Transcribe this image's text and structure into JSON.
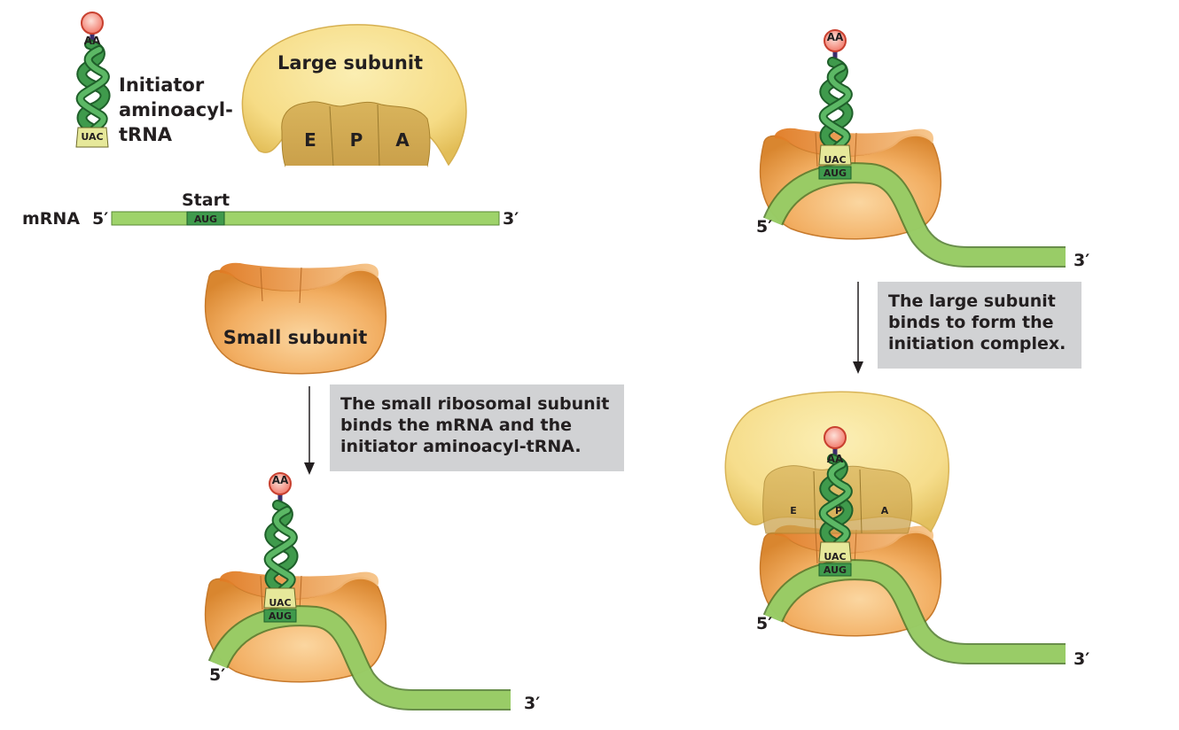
{
  "trna": {
    "amino_acid": "AA",
    "anticodon": "UAC",
    "label_lines": [
      "Initiator",
      "aminoacyl-",
      "tRNA"
    ]
  },
  "large_subunit": {
    "label": "Large subunit",
    "sites": [
      "E",
      "P",
      "A"
    ]
  },
  "small_subunit": {
    "label": "Small subunit"
  },
  "mrna": {
    "label": "mRNA",
    "five_prime": "5′",
    "three_prime": "3′",
    "start_label": "Start",
    "codon": "AUG"
  },
  "step1": {
    "lines": [
      "The small ribosomal subunit",
      "binds the mRNA and the",
      "initiator aminoacyl-tRNA."
    ]
  },
  "step2": {
    "lines": [
      "The large subunit",
      "binds to form the",
      "initiation complex."
    ]
  },
  "colors": {
    "trna_green": "#3f9a4c",
    "trna_dark": "#1f5f2a",
    "mrna_green": "#9ed36a",
    "codon_green": "#3f9a4c",
    "large_subunit_yellow": "#f7e08c",
    "small_subunit_orange": "#f0a95a",
    "aa_red": "#f27b6c",
    "step_box_gray": "#d1d2d4"
  }
}
